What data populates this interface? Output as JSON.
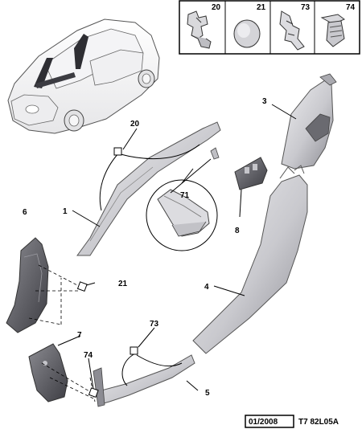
{
  "header": {
    "parts": [
      {
        "num": "20",
        "icon": "clip-fastener-icon"
      },
      {
        "num": "21",
        "icon": "round-plug-icon"
      },
      {
        "num": "73",
        "icon": "spring-clip-icon"
      },
      {
        "num": "74",
        "icon": "push-rivet-icon"
      }
    ]
  },
  "callouts": [
    "20",
    "71",
    "1",
    "3",
    "8",
    "6",
    "21",
    "4",
    "7",
    "73",
    "74",
    "5"
  ],
  "footer": {
    "date": "01/2008",
    "ref": "T7 82L05A"
  }
}
